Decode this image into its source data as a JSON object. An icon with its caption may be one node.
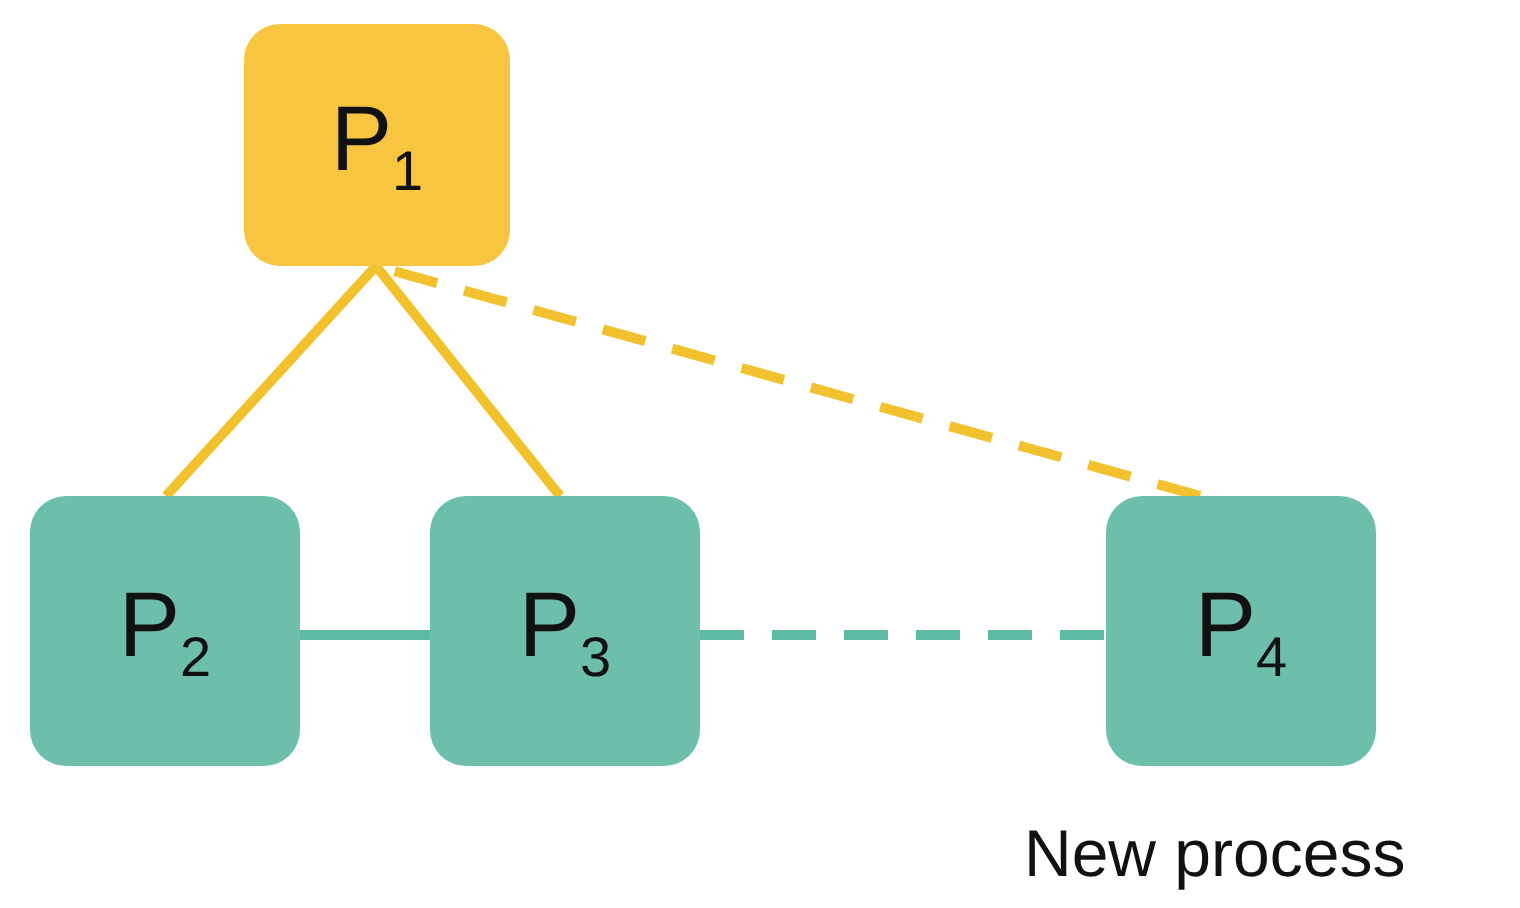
{
  "diagram": {
    "nodes": [
      {
        "text": [
          "P$_{1}$"
        ]
      },
      {
        "text": [
          "P$_{2}$"
        ]
      },
      {
        "text": [
          "P$_{3}$"
        ]
      },
      {
        "text": [
          "P$_{4}$"
        ],
        "beside": [
          "New process"
        ]
      }
    ],
    "edges": [
      {
        "from": 0,
        "to": 1,
        "arrow": "none",
        "color": "#f2c12e"
      },
      {
        "from": 0,
        "to": 2,
        "arrow": "none",
        "color": "#f2c12e"
      },
      {
        "from": 1,
        "to": 2,
        "arrow": "none",
        "color": "#5db8a4"
      },
      {
        "from": 2,
        "to": 3,
        "arrow": "none",
        "style": "dashed",
        "color": "#5db8a4"
      },
      {
        "from": 3,
        "to": 0,
        "arrow": "none",
        "style": "dashed",
        "color": "#f2c12e"
      }
    ]
  }
}
